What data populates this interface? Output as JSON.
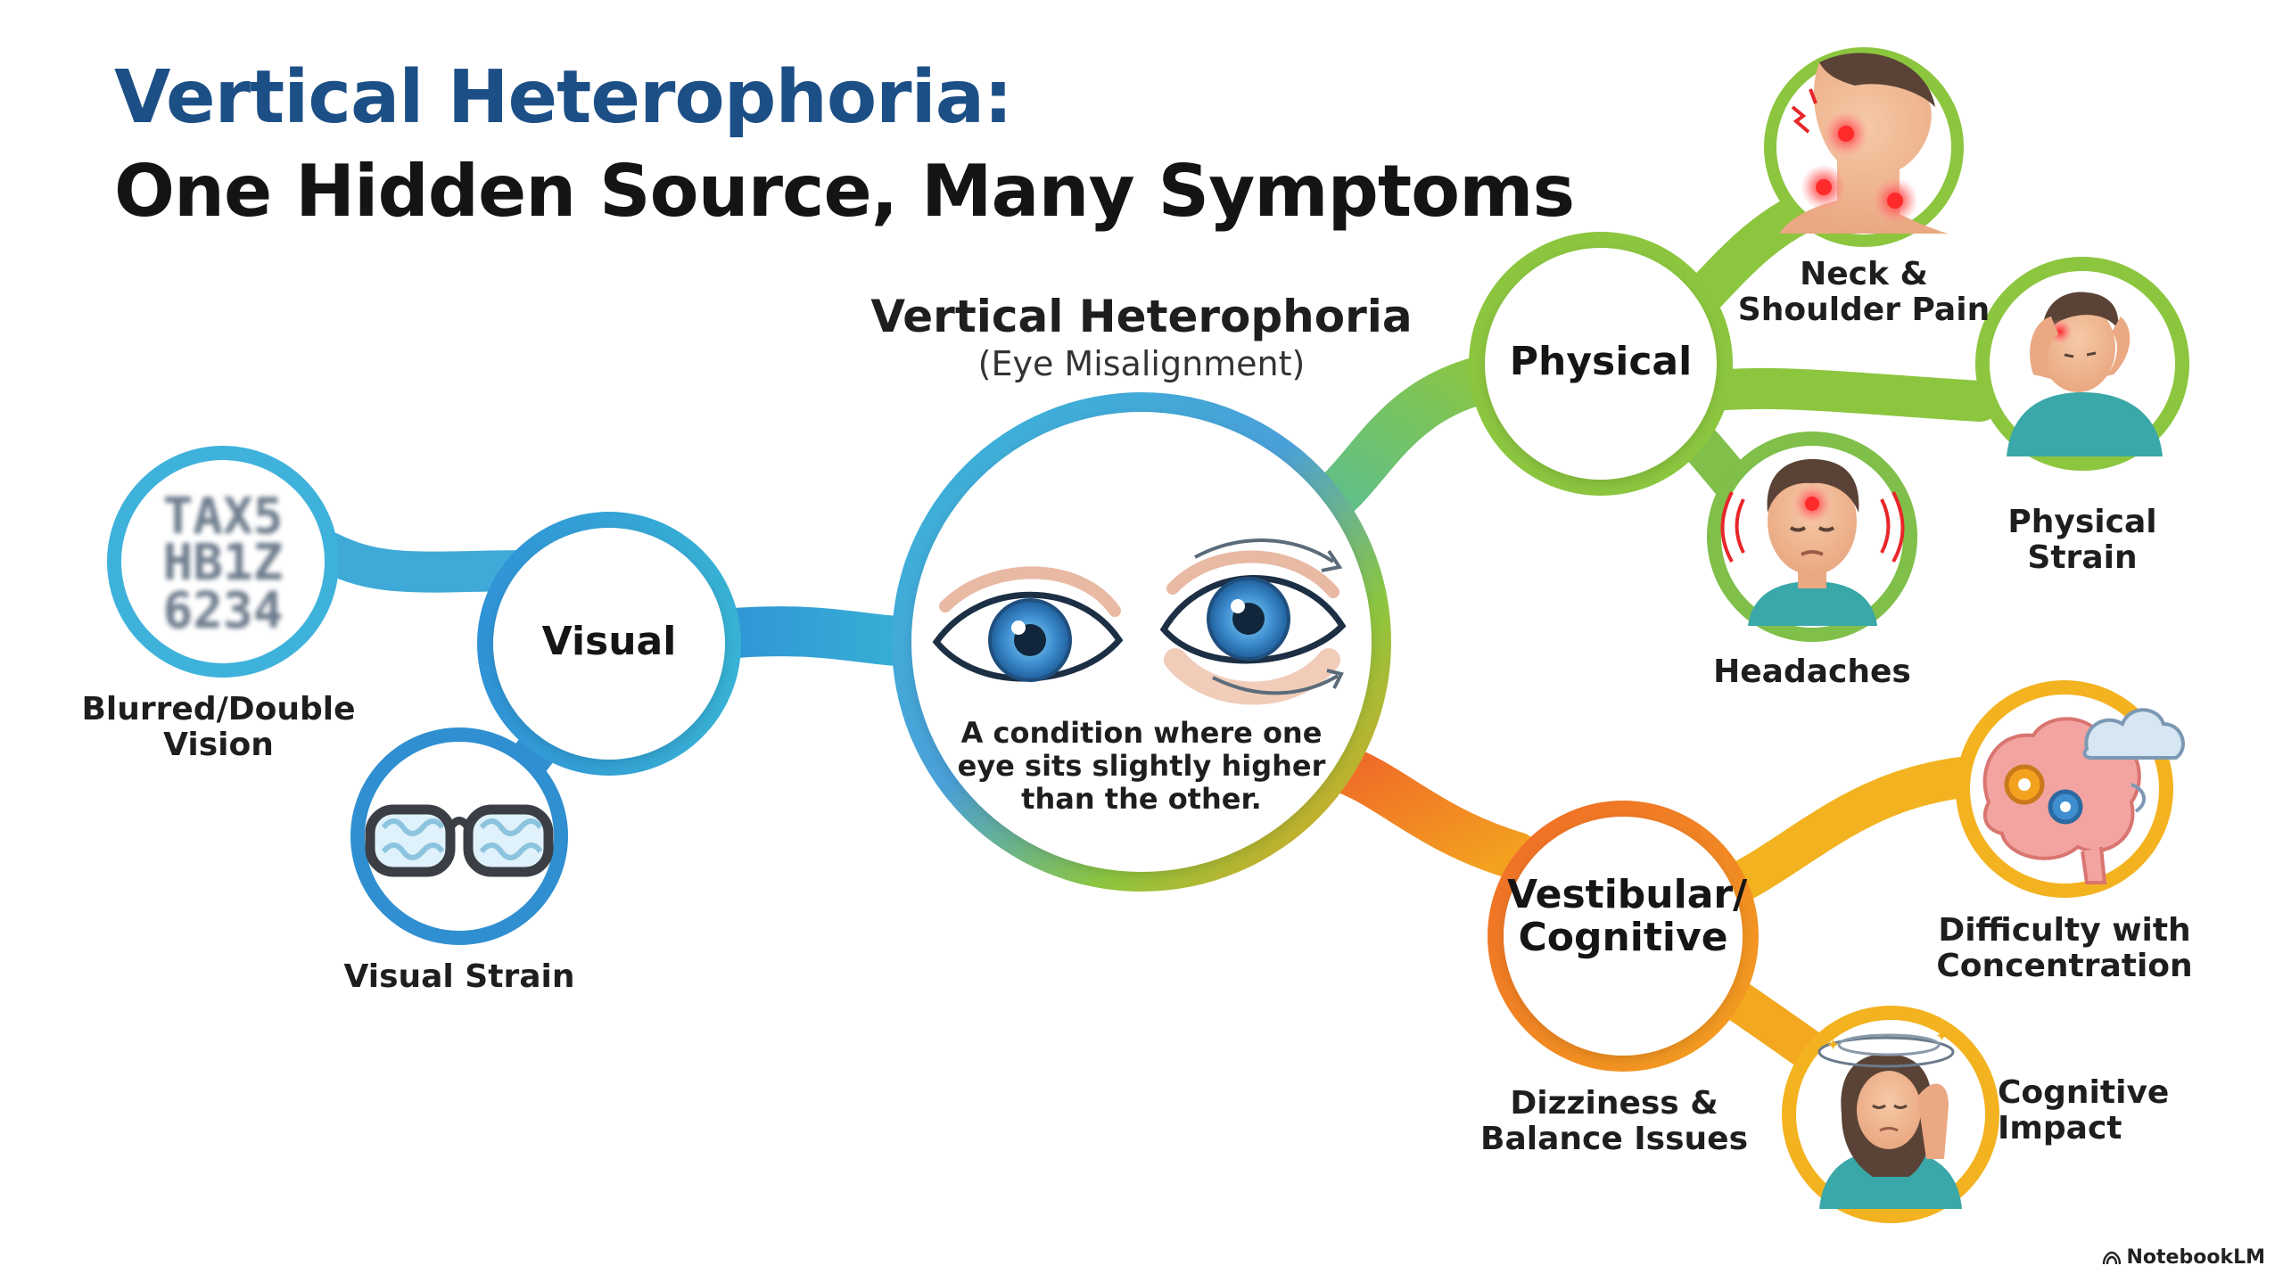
{
  "title": {
    "line1": "Vertical Heterophoria:",
    "line2": "One Hidden Source, Many Symptoms"
  },
  "center": {
    "title": "Vertical Heterophoria",
    "subtitle": "(Eye Misalignment)",
    "description": "A condition where one eye sits slightly higher than the other."
  },
  "branches": {
    "visual": {
      "label": "Visual",
      "leaves": [
        "Blurred/Double Vision",
        "Visual Strain"
      ],
      "chart_text": [
        "TAX5",
        "HB1Z",
        "6234"
      ]
    },
    "physical": {
      "label": "Physical",
      "leaves": [
        "Neck & Shoulder Pain",
        "Physical Strain",
        "Headaches"
      ]
    },
    "vestibular": {
      "label": "Vestibular/ Cognitive",
      "leaves": [
        "Difficulty with Concentration",
        "Dizziness & Balance Issues",
        "Cognitive Impact"
      ]
    }
  },
  "colors": {
    "title_blue": "#1c4f86",
    "visual_blue": "#2f8fd4",
    "center_teal": "#3ab5cf",
    "physical_green": "#8cc63f",
    "cognitive_orange": "#f29a1f",
    "eye_iris": "#3e8ed0"
  },
  "icons": {
    "visual_strain": "glasses-icon",
    "blurred_vision": "eye-chart-icon",
    "neck_pain": "neck-pain-icon",
    "physical_strain": "head-holding-person-icon",
    "headaches": "headache-face-icon",
    "concentration": "brain-gears-icon",
    "cognitive": "dizzy-person-icon",
    "eyes": "misaligned-eyes-icon"
  },
  "brand": "NotebookLM"
}
